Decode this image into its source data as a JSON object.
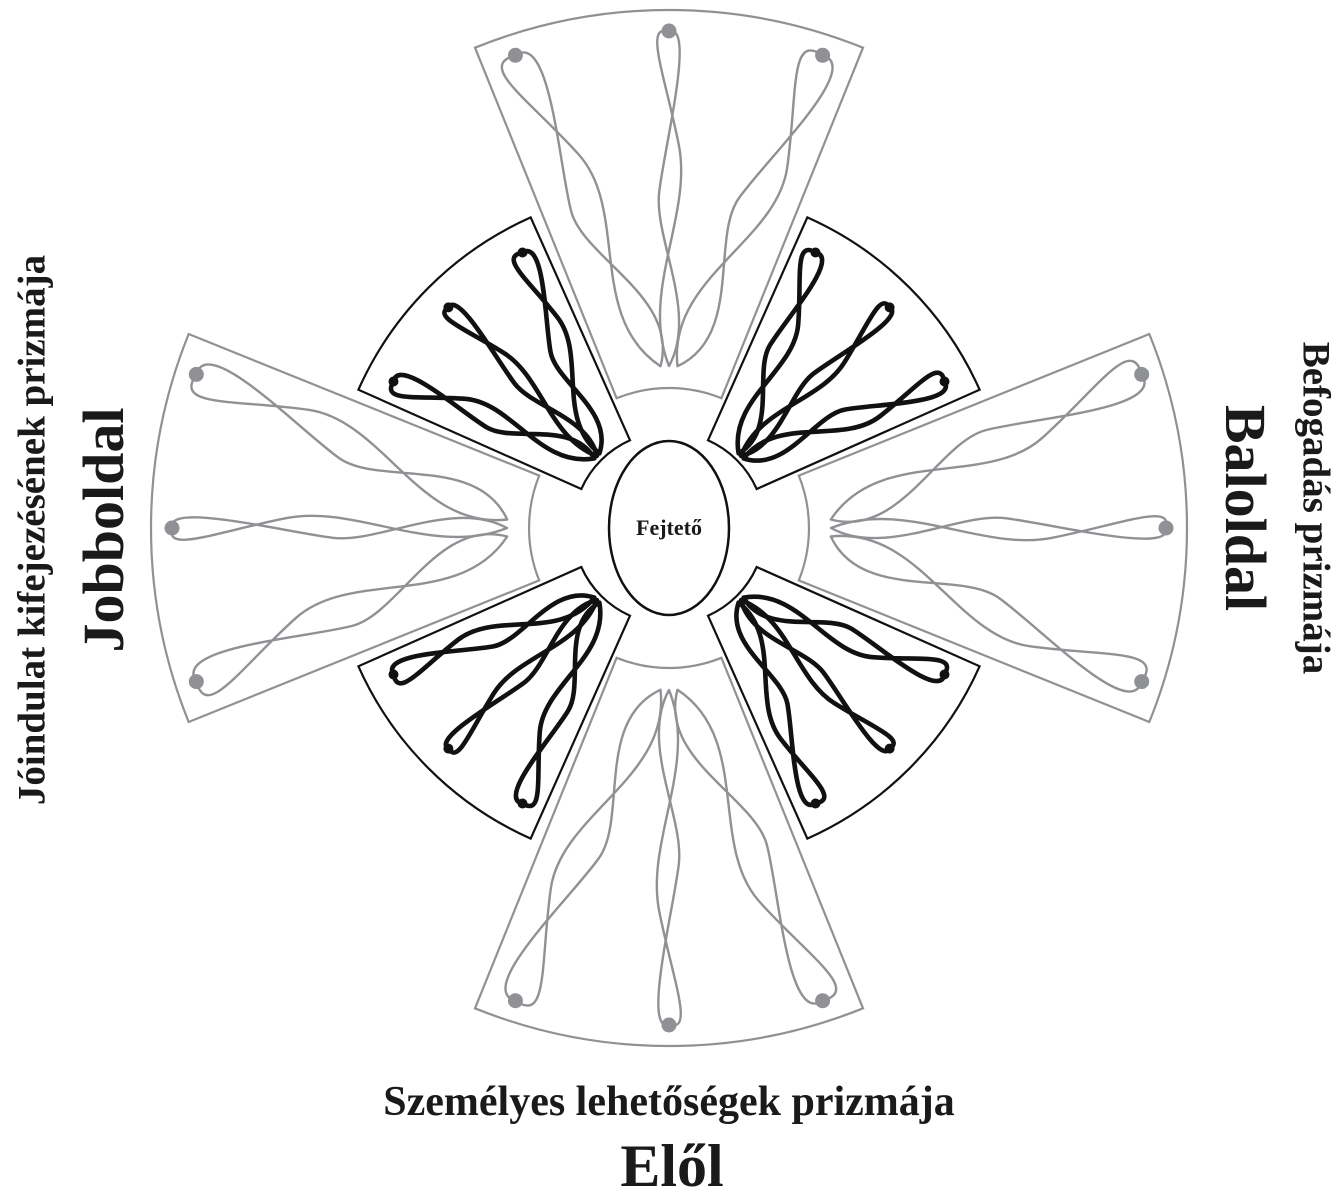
{
  "center": {
    "label": "Fejtető"
  },
  "labels": {
    "front": {
      "main": "Elől",
      "sub": "Személyes lehetőségek prizmája"
    },
    "left": {
      "main": "Jobboldal",
      "sub": "Jóindulat kifejezésének prizmája"
    },
    "right": {
      "main": "Baloldal",
      "sub": "Befogadás prizmája"
    }
  },
  "colors": {
    "outer_petals": "#8f9194",
    "inner_petals": "#111111",
    "text": "#1a1a1a",
    "background": "#ffffff"
  }
}
